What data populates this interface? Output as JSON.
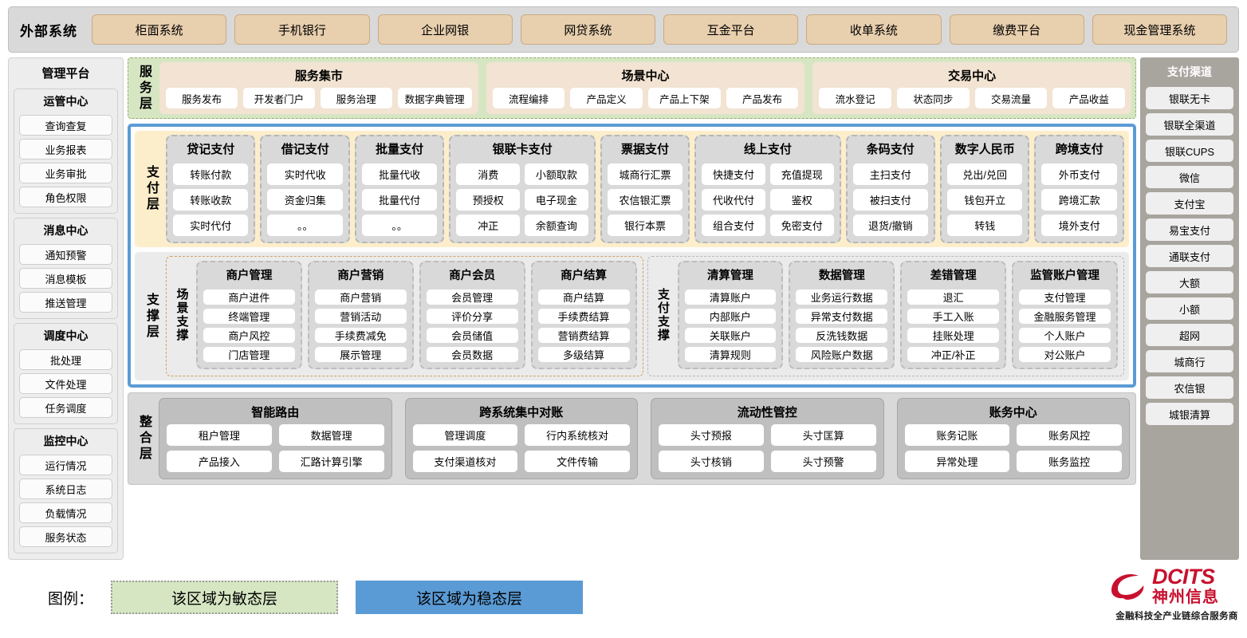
{
  "external": {
    "title": "外部系统",
    "items": [
      "柜面系统",
      "手机银行",
      "企业网银",
      "网贷系统",
      "互金平台",
      "收单系统",
      "缴费平台",
      "现金管理系统"
    ]
  },
  "management": {
    "title": "管理平台",
    "groups": [
      {
        "title": "运管中心",
        "items": [
          "查询查复",
          "业务报表",
          "业务审批",
          "角色权限"
        ]
      },
      {
        "title": "消息中心",
        "items": [
          "通知预警",
          "消息模板",
          "推送管理"
        ]
      },
      {
        "title": "调度中心",
        "items": [
          "批处理",
          "文件处理",
          "任务调度"
        ]
      },
      {
        "title": "监控中心",
        "items": [
          "运行情况",
          "系统日志",
          "负载情况",
          "服务状态"
        ]
      }
    ]
  },
  "channels": {
    "title": "支付渠道",
    "items": [
      "银联无卡",
      "银联全渠道",
      "银联CUPS",
      "微信",
      "支付宝",
      "易宝支付",
      "通联支付",
      "大额",
      "小额",
      "超网",
      "城商行",
      "农信银",
      "城银清算"
    ]
  },
  "service_layer": {
    "label": "服务层",
    "boxes": [
      {
        "title": "服务集市",
        "items": [
          "服务发布",
          "开发者门户",
          "服务治理",
          "数据字典管理"
        ]
      },
      {
        "title": "场景中心",
        "items": [
          "流程编排",
          "产品定义",
          "产品上下架",
          "产品发布"
        ]
      },
      {
        "title": "交易中心",
        "items": [
          "流水登记",
          "状态同步",
          "交易流量",
          "产品收益"
        ]
      }
    ]
  },
  "pay_layer": {
    "label": "支付层",
    "cards": [
      {
        "title": "贷记支付",
        "cols": 1,
        "rows": [
          [
            "转账付款"
          ],
          [
            "转账收款"
          ],
          [
            "实时代付"
          ]
        ]
      },
      {
        "title": "借记支付",
        "cols": 1,
        "rows": [
          [
            "实时代收"
          ],
          [
            "资金归集"
          ],
          [
            "。。"
          ]
        ]
      },
      {
        "title": "批量支付",
        "cols": 1,
        "rows": [
          [
            "批量代收"
          ],
          [
            "批量代付"
          ],
          [
            "。。"
          ]
        ]
      },
      {
        "title": "银联卡支付",
        "cols": 2,
        "rows": [
          [
            "消费",
            "小额取款"
          ],
          [
            "预授权",
            "电子现金"
          ],
          [
            "冲正",
            "余额查询"
          ]
        ]
      },
      {
        "title": "票据支付",
        "cols": 1,
        "rows": [
          [
            "城商行汇票"
          ],
          [
            "农信银汇票"
          ],
          [
            "银行本票"
          ]
        ]
      },
      {
        "title": "线上支付",
        "cols": 2,
        "rows": [
          [
            "快捷支付",
            "充值提现"
          ],
          [
            "代收代付",
            "鉴权"
          ],
          [
            "组合支付",
            "免密支付"
          ]
        ]
      },
      {
        "title": "条码支付",
        "cols": 1,
        "rows": [
          [
            "主扫支付"
          ],
          [
            "被扫支付"
          ],
          [
            "退货/撤销"
          ]
        ]
      },
      {
        "title": "数字人民币",
        "cols": 1,
        "rows": [
          [
            "兑出/兑回"
          ],
          [
            "钱包开立"
          ],
          [
            "转钱"
          ]
        ]
      },
      {
        "title": "跨境支付",
        "cols": 1,
        "rows": [
          [
            "外币支付"
          ],
          [
            "跨境汇款"
          ],
          [
            "境外支付"
          ]
        ]
      }
    ]
  },
  "support_layer": {
    "label": "支撑层",
    "scene": {
      "label": "场景支撑",
      "cards": [
        {
          "title": "商户管理",
          "items": [
            "商户进件",
            "终端管理",
            "商户风控",
            "门店管理"
          ]
        },
        {
          "title": "商户营销",
          "items": [
            "商户营销",
            "营销活动",
            "手续费减免",
            "展示管理"
          ]
        },
        {
          "title": "商户会员",
          "items": [
            "会员管理",
            "评价分享",
            "会员储值",
            "会员数据"
          ]
        },
        {
          "title": "商户结算",
          "items": [
            "商户结算",
            "手续费结算",
            "营销费结算",
            "多级结算"
          ]
        }
      ]
    },
    "paysup": {
      "label": "支付支撑",
      "cards": [
        {
          "title": "清算管理",
          "items": [
            "清算账户",
            "内部账户",
            "关联账户",
            "清算规则"
          ]
        },
        {
          "title": "数据管理",
          "items": [
            "业务运行数据",
            "异常支付数据",
            "反洗钱数据",
            "风险账户数据"
          ]
        },
        {
          "title": "差错管理",
          "items": [
            "退汇",
            "手工入账",
            "挂账处理",
            "冲正/补正"
          ]
        },
        {
          "title": "监管账户管理",
          "items": [
            "支付管理",
            "金融服务管理",
            "个人账户",
            "对公账户"
          ]
        }
      ]
    }
  },
  "integration_layer": {
    "label": "整合层",
    "cards": [
      {
        "title": "智能路由",
        "items": [
          "租户管理",
          "数据管理",
          "产品接入",
          "汇路计算引擎"
        ]
      },
      {
        "title": "跨系统集中对账",
        "items": [
          "管理调度",
          "行内系统核对",
          "支付渠道核对",
          "文件传输"
        ]
      },
      {
        "title": "流动性管控",
        "items": [
          "头寸预报",
          "头寸匡算",
          "头寸核销",
          "头寸预警"
        ]
      },
      {
        "title": "账务中心",
        "items": [
          "账务记账",
          "账务风控",
          "异常处理",
          "账务监控"
        ]
      }
    ]
  },
  "legend": {
    "label": "图例：",
    "agile": "该区域为敏态层",
    "stable": "该区域为稳态层",
    "agile_color": "#d6e6c3",
    "stable_color": "#5b9bd5"
  },
  "logo": {
    "en": "DCITS",
    "cn": "神州信息",
    "tagline": "金融科技全产业链综合服务商",
    "color": "#c8102e"
  }
}
